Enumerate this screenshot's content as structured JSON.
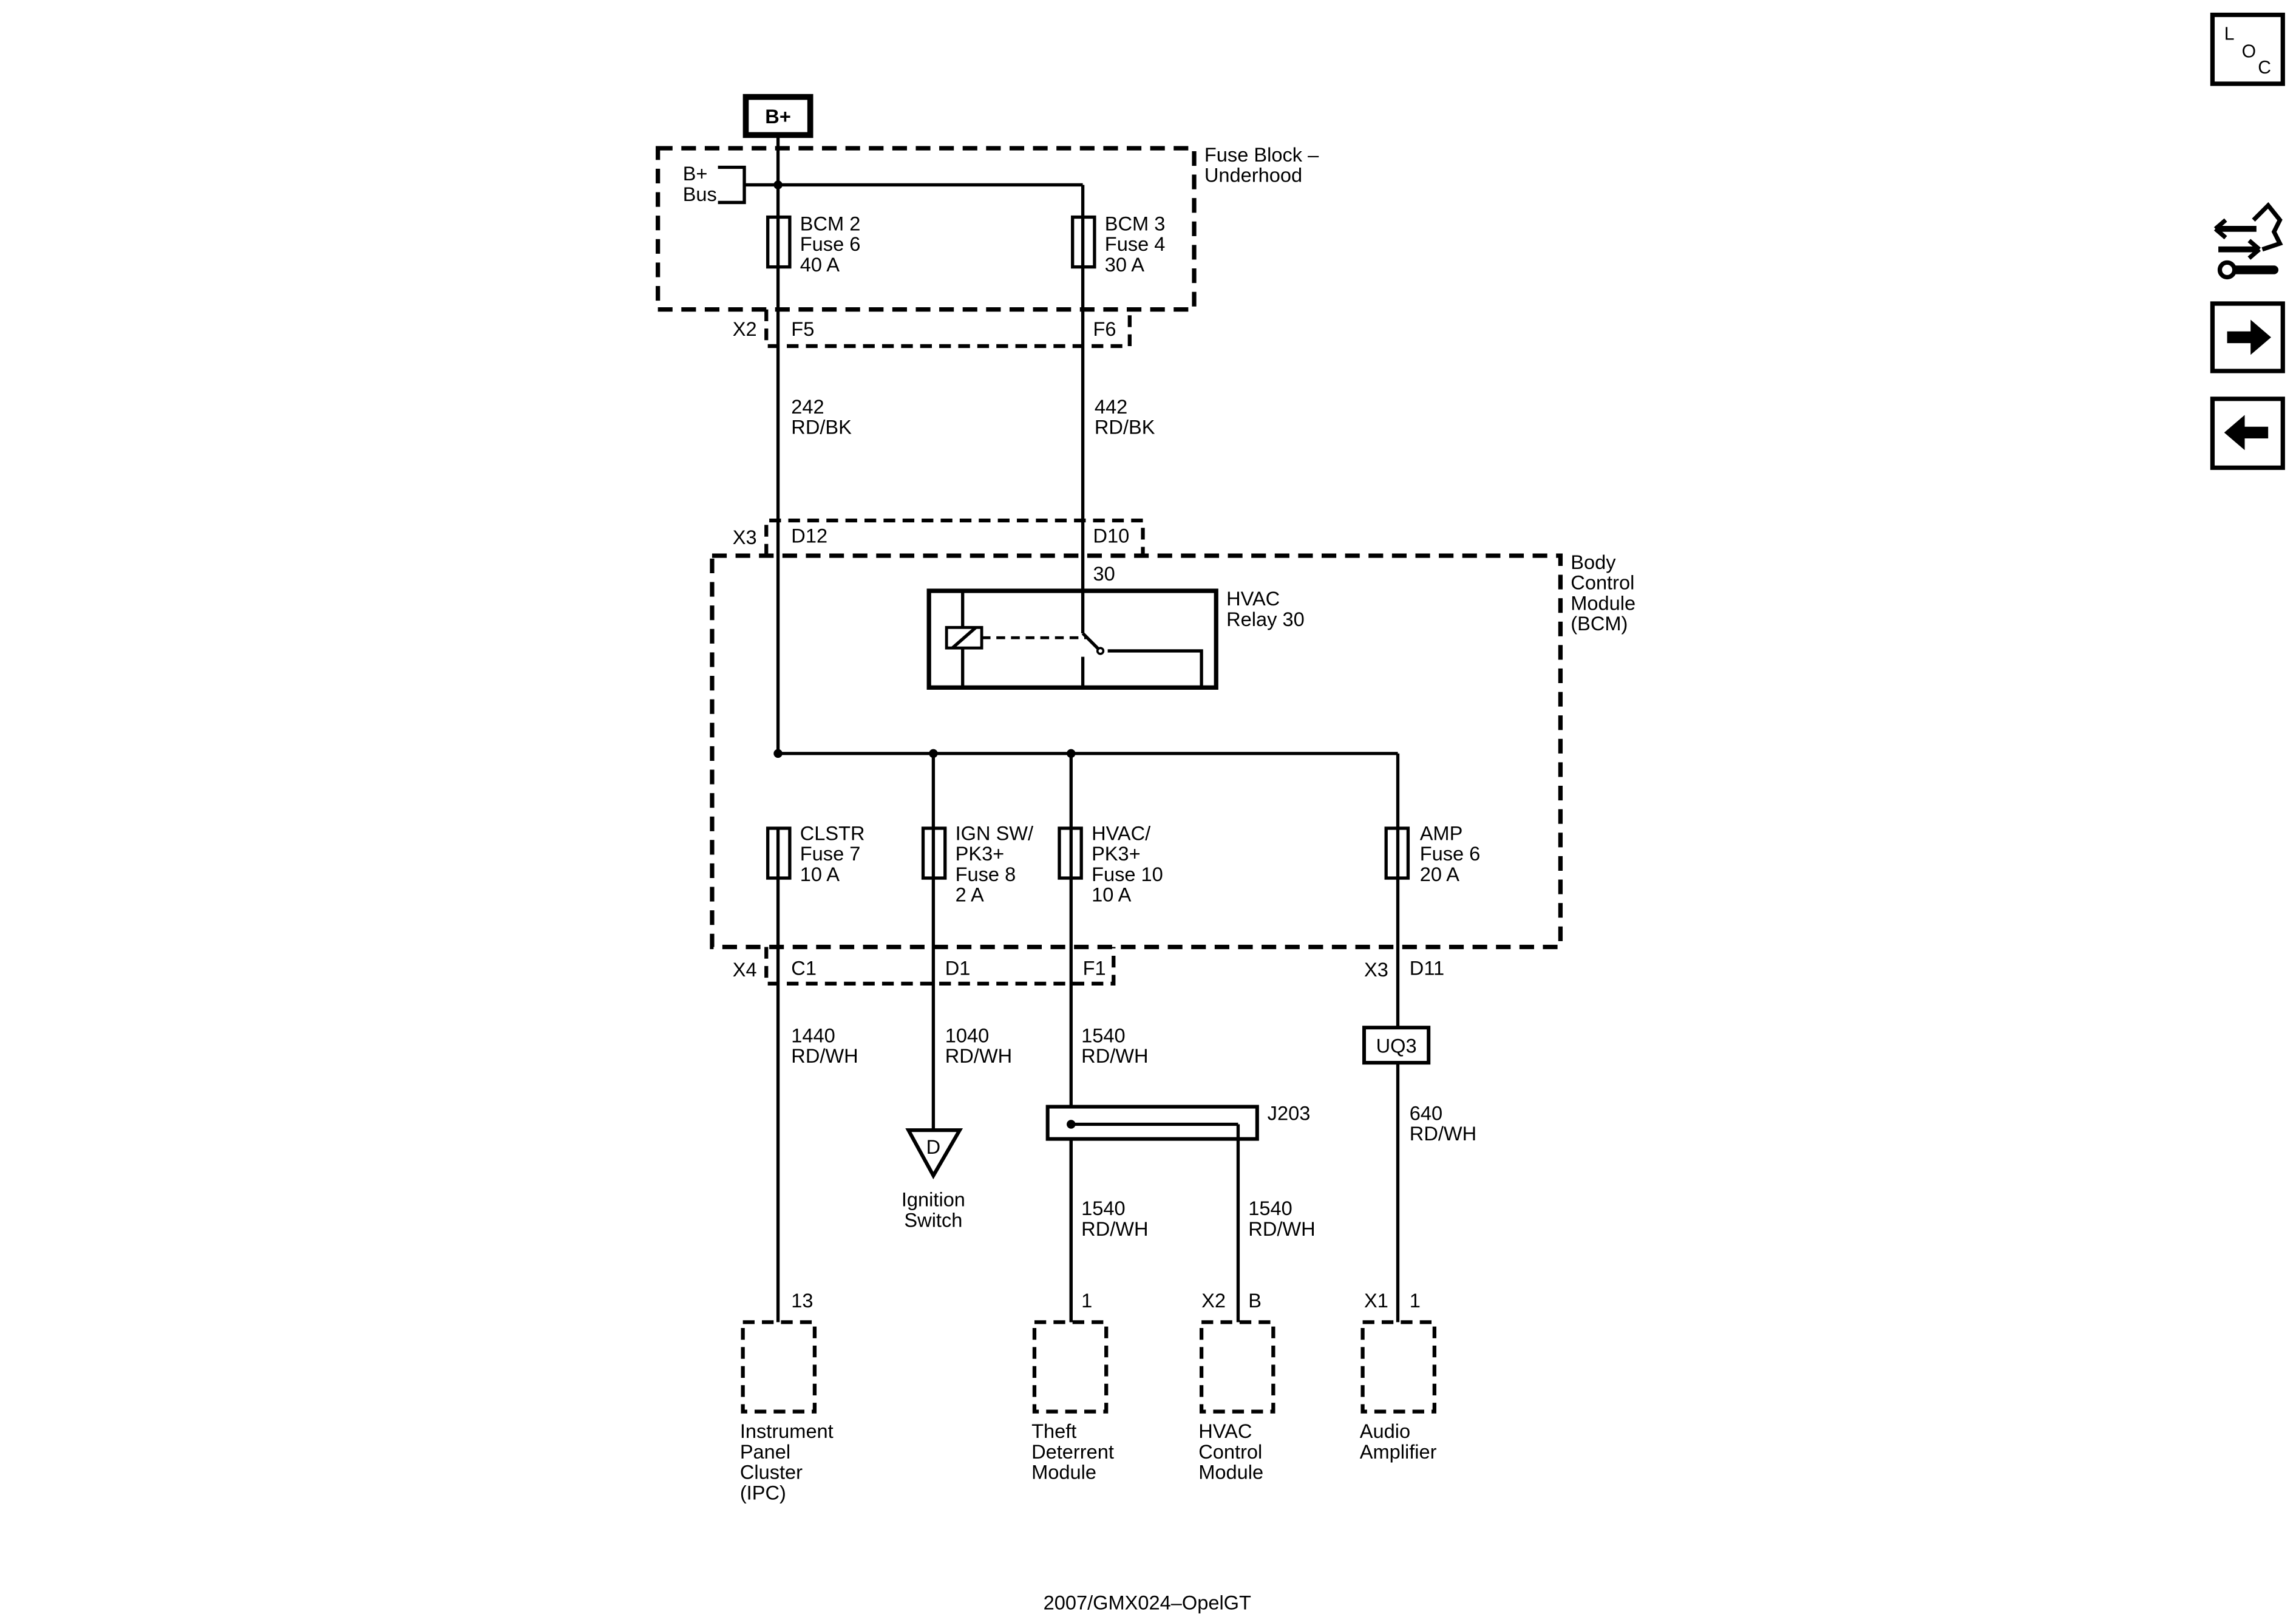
{
  "battery_label": "B+",
  "loc_button": {
    "letters": [
      "L",
      "O",
      "C"
    ]
  },
  "fuse_block": {
    "title_lines": [
      "Fuse Block –",
      "Underhood"
    ],
    "bus_lines": [
      "B+",
      "Bus"
    ],
    "fuses": [
      {
        "lines": [
          "BCM 2",
          "Fuse 6",
          "40 A"
        ]
      },
      {
        "lines": [
          "BCM 3",
          "Fuse 4",
          "30 A"
        ]
      }
    ],
    "connector": "X2",
    "pins": [
      "F5",
      "F6"
    ]
  },
  "feed_wires": [
    {
      "lines": [
        "242",
        "RD/BK"
      ]
    },
    {
      "lines": [
        "442",
        "RD/BK"
      ]
    }
  ],
  "bcm": {
    "title_lines": [
      "Body",
      "Control",
      "Module",
      "(BCM)"
    ],
    "input_connector": "X3",
    "input_pins": [
      "D12",
      "D10"
    ],
    "relay": {
      "terminal": "30",
      "lines": [
        "HVAC",
        "Relay 30"
      ]
    },
    "fuses": [
      {
        "lines": [
          "CLSTR",
          "Fuse 7",
          "10 A"
        ]
      },
      {
        "lines": [
          "IGN SW/",
          "PK3+",
          "Fuse 8",
          "2 A"
        ]
      },
      {
        "lines": [
          "HVAC/",
          "PK3+",
          "Fuse 10",
          "10 A"
        ]
      },
      {
        "lines": [
          "AMP",
          "Fuse 6",
          "20 A"
        ]
      }
    ],
    "output_connectors": [
      "X4",
      "X3"
    ],
    "output_pins": [
      "C1",
      "D1",
      "F1",
      "D11"
    ]
  },
  "output_wires": [
    {
      "lines": [
        "1440",
        "RD/WH"
      ]
    },
    {
      "lines": [
        "1040",
        "RD/WH"
      ]
    },
    {
      "lines": [
        "1540",
        "RD/WH"
      ]
    },
    {
      "lines": [
        "640",
        "RD/WH"
      ]
    }
  ],
  "splice": {
    "inline_connector": "UQ3",
    "label": "J203"
  },
  "branch_wires": [
    {
      "lines": [
        "1540",
        "RD/WH"
      ]
    },
    {
      "lines": [
        "1540",
        "RD/WH"
      ]
    }
  ],
  "ignition": {
    "symbol": "D",
    "lines": [
      "Ignition",
      "Switch"
    ]
  },
  "components": [
    {
      "connector": "",
      "pin": "13",
      "lines": [
        "Instrument",
        "Panel",
        "Cluster",
        "(IPC)"
      ]
    },
    {
      "connector": "",
      "pin": "1",
      "lines": [
        "Theft",
        "Deterrent",
        "Module"
      ]
    },
    {
      "connector": "X2",
      "pin": "B",
      "lines": [
        "HVAC",
        "Control",
        "Module"
      ]
    },
    {
      "connector": "X1",
      "pin": "1",
      "lines": [
        "Audio",
        "Amplifier"
      ]
    }
  ],
  "footer": "2007/GMX024–OpelGT"
}
